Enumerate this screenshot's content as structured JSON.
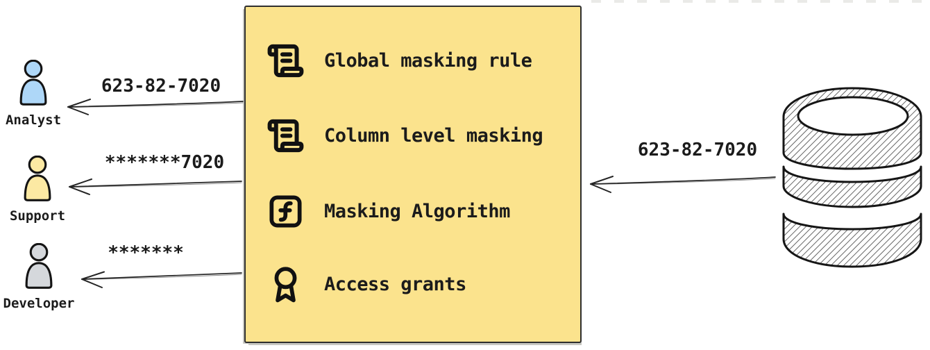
{
  "diagram": {
    "personas": [
      {
        "name": "Analyst",
        "received_value": "623-82-7020",
        "icon": "person-icon",
        "fill": "#aed7f8"
      },
      {
        "name": "Support",
        "received_value": "*******7020",
        "icon": "person-icon",
        "fill": "#fce9a3"
      },
      {
        "name": "Developer",
        "received_value": "*******",
        "icon": "person-icon",
        "fill": "#d5d8dc"
      }
    ],
    "box": {
      "fill": "#fbe38d",
      "items": [
        {
          "icon": "scroll-icon",
          "label": "Global masking rule"
        },
        {
          "icon": "scroll-icon",
          "label": "Column level masking"
        },
        {
          "icon": "function-icon",
          "label": "Masking Algorithm"
        },
        {
          "icon": "award-icon",
          "label": "Access grants"
        }
      ]
    },
    "database": {
      "icon": "database-icon",
      "outgoing_value": "623-82-7020"
    }
  }
}
